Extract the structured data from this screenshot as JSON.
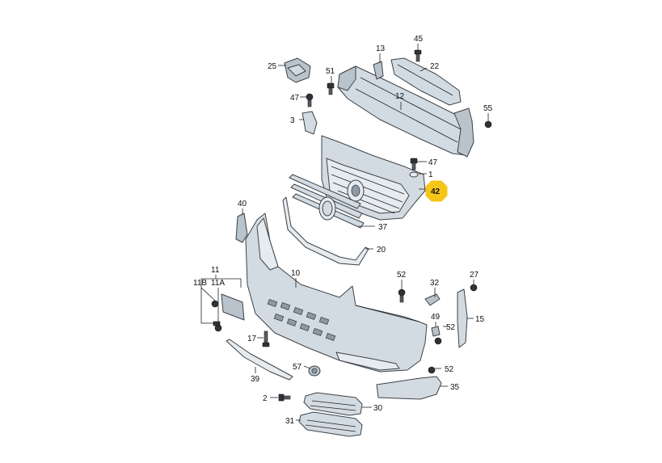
{
  "diagram": {
    "callouts": [
      {
        "id": "c45",
        "text": "45"
      },
      {
        "id": "c13",
        "text": "13"
      },
      {
        "id": "c22",
        "text": "22"
      },
      {
        "id": "c25",
        "text": "25"
      },
      {
        "id": "c51",
        "text": "51"
      },
      {
        "id": "c47a",
        "text": "47"
      },
      {
        "id": "c12",
        "text": "12"
      },
      {
        "id": "c55",
        "text": "55"
      },
      {
        "id": "c3",
        "text": "3"
      },
      {
        "id": "c47b",
        "text": "47"
      },
      {
        "id": "c1",
        "text": "1"
      },
      {
        "id": "c42",
        "text": "42"
      },
      {
        "id": "c40",
        "text": "40"
      },
      {
        "id": "c37",
        "text": "37"
      },
      {
        "id": "c20",
        "text": "20"
      },
      {
        "id": "c11",
        "text": "11"
      },
      {
        "id": "c11b",
        "text": "11B"
      },
      {
        "id": "c11a",
        "text": "11A"
      },
      {
        "id": "c10",
        "text": "10"
      },
      {
        "id": "c52a",
        "text": "52"
      },
      {
        "id": "c32",
        "text": "32"
      },
      {
        "id": "c27",
        "text": "27"
      },
      {
        "id": "c49",
        "text": "49"
      },
      {
        "id": "c52b",
        "text": "52"
      },
      {
        "id": "c15",
        "text": "15"
      },
      {
        "id": "c17",
        "text": "17"
      },
      {
        "id": "c57",
        "text": "57"
      },
      {
        "id": "c52c",
        "text": "52"
      },
      {
        "id": "c39",
        "text": "39"
      },
      {
        "id": "c35",
        "text": "35"
      },
      {
        "id": "c2",
        "text": "2"
      },
      {
        "id": "c30",
        "text": "30"
      },
      {
        "id": "c31",
        "text": "31"
      }
    ],
    "highlight_color": "#f5c518",
    "part_color": "#d3dbe2",
    "outline_color": "#3c4248"
  }
}
